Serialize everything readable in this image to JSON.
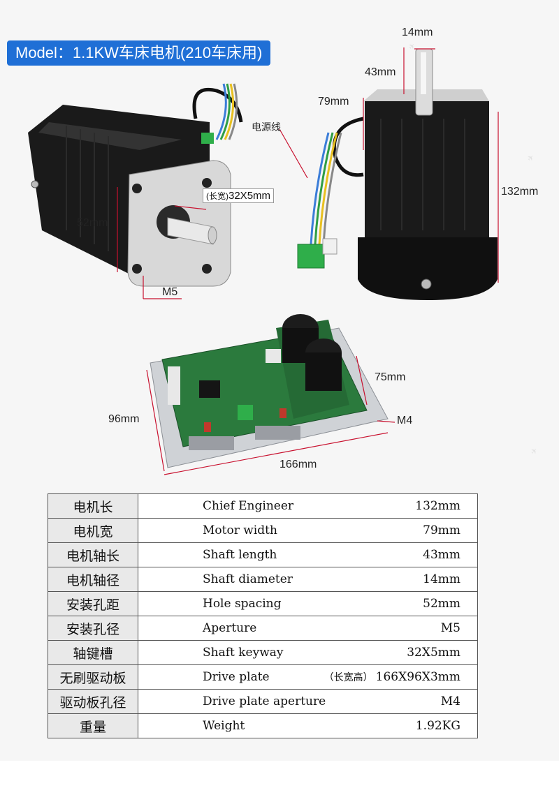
{
  "header": {
    "model_title": "Model：1.1KW车床电机(210车床用)"
  },
  "dimensions": {
    "shaft_diameter": "14mm",
    "shaft_length": "43mm",
    "motor_width": "79mm",
    "power_cable": "电源线",
    "motor_length": "132mm",
    "keyway_note": "(长宽)",
    "keyway_size": "32X5mm",
    "hole_spacing": "52mm",
    "aperture": "M5",
    "board_depth": "75mm",
    "board_width": "96mm",
    "board_hole": "M4",
    "board_length": "166mm"
  },
  "colors": {
    "title_bg": "#1f6fd6",
    "dim_line": "#c8102e",
    "table_label_bg": "#e9e9e9"
  },
  "spec_table": {
    "rows": [
      {
        "cn": "电机长",
        "en": "Chief Engineer",
        "note": "",
        "value": "132mm"
      },
      {
        "cn": "电机宽",
        "en": "Motor width",
        "note": "",
        "value": "79mm"
      },
      {
        "cn": "电机轴长",
        "en": "Shaft length",
        "note": "",
        "value": "43mm"
      },
      {
        "cn": "电机轴径",
        "en": "Shaft diameter",
        "note": "",
        "value": "14mm"
      },
      {
        "cn": "安装孔距",
        "en": "Hole spacing",
        "note": "",
        "value": "52mm"
      },
      {
        "cn": "安装孔径",
        "en": "Aperture",
        "note": "",
        "value": "M5"
      },
      {
        "cn": "轴键槽",
        "en": "Shaft keyway",
        "note": "",
        "value": "32X5mm"
      },
      {
        "cn": "无刷驱动板",
        "en": "Drive plate",
        "note": "（长宽高）",
        "value": "166X96X3mm"
      },
      {
        "cn": "驱动板孔径",
        "en": "Drive plate aperture",
        "note": "",
        "value": "M4"
      },
      {
        "cn": "重量",
        "en": "Weight",
        "note": "",
        "value": "1.92KG"
      }
    ]
  }
}
